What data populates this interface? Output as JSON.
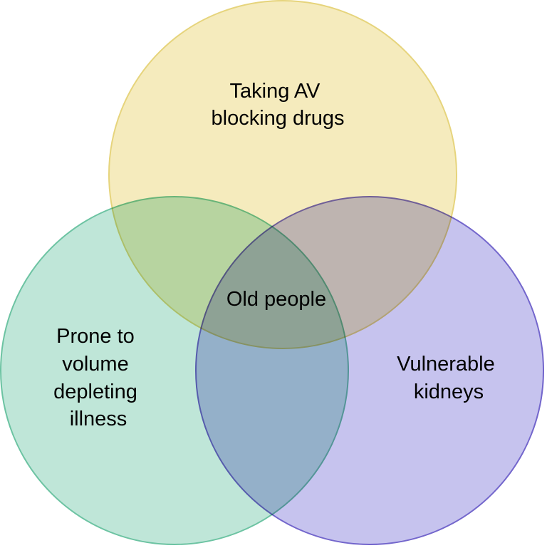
{
  "sets": [
    {
      "id": "av",
      "lines": [
        "Taking AV",
        "blocking drugs"
      ],
      "fill": "#f5ebbd",
      "stroke": "#e6d47c"
    },
    {
      "id": "volume",
      "lines": [
        "Prone to",
        "volume",
        "depleting",
        "illness"
      ],
      "fill": "#bfe6d8",
      "stroke": "#6cc3a2"
    },
    {
      "id": "kidneys",
      "lines": [
        "Vulnerable",
        "kidneys"
      ],
      "fill": "#c6c3ee",
      "stroke": "#7366cc"
    }
  ],
  "intersection": {
    "label": "Old people"
  }
}
